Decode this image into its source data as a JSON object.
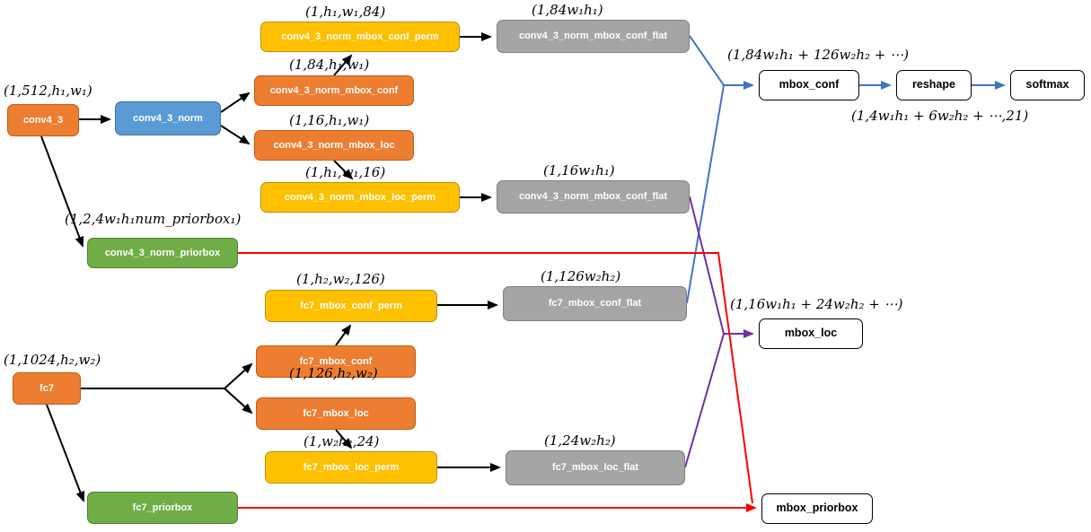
{
  "colors": {
    "node_orange": "#ED7D31",
    "node_blue": "#5B9BD5",
    "node_yellow": "#FFC000",
    "node_gray": "#A5A5A5",
    "node_green": "#70AD47",
    "line_black": "#000000",
    "line_blue": "#4472C4",
    "line_purple": "#7030A0",
    "line_red": "#FF0000"
  },
  "nodes": {
    "conv4_3": {
      "label": "conv4_3",
      "dim": "(1,512,h₁,w₁)"
    },
    "conv4_3_norm": {
      "label": "conv4_3_norm"
    },
    "conv4_3_norm_mbox_conf_perm": {
      "label": "conv4_3_norm_mbox_conf_perm",
      "dim": "(1,h₁,w₁,84)"
    },
    "conv4_3_norm_mbox_conf_flat": {
      "label": "conv4_3_norm_mbox_conf_flat",
      "dim": "(1,84w₁h₁)"
    },
    "conv4_3_norm_mbox_conf": {
      "label": "conv4_3_norm_mbox_conf",
      "dim": "(1,84,h₁,w₁)"
    },
    "conv4_3_norm_mbox_loc": {
      "label": "conv4_3_norm_mbox_loc",
      "dim": "(1,16,h₁,w₁)"
    },
    "conv4_3_norm_mbox_loc_perm": {
      "label": "conv4_3_norm_mbox_loc_perm",
      "dim": "(1,h₁,w₁,16)"
    },
    "conv4_3_norm_mbox_loc_flat": {
      "label": "conv4_3_norm_mbox_conf_flat",
      "dim": "(1,16w₁h₁)"
    },
    "conv4_3_norm_priorbox": {
      "label": "conv4_3_norm_priorbox",
      "dim": "(1,2,4w₁h₁num_priorbox₁)"
    },
    "fc7": {
      "label": "fc7",
      "dim": "(1,1024,h₂,w₂)"
    },
    "fc7_mbox_conf": {
      "label": "fc7_mbox_conf"
    },
    "fc7_mbox_conf_perm": {
      "label": "fc7_mbox_conf_perm",
      "dim": "(1,h₂,w₂,126)"
    },
    "fc7_mbox_conf_flat": {
      "label": "fc7_mbox_conf_flat",
      "dim": "(1,126w₂h₂)"
    },
    "fc7_mbox_loc": {
      "label": "fc7_mbox_loc",
      "dim": "(1,126,h₂,w₂)"
    },
    "fc7_mbox_loc_perm": {
      "label": "fc7_mbox_loc_perm",
      "dim": "(1,w₂h₂,24)"
    },
    "fc7_mbox_loc_flat": {
      "label": "fc7_mbox_loc_flat",
      "dim": "(1,24w₂h₂)"
    },
    "fc7_priorbox": {
      "label": "fc7_priorbox"
    },
    "mbox_conf": {
      "label": "mbox_conf",
      "dim": "(1,84w₁h₁ + 126w₂h₂ + ⋯)"
    },
    "reshape": {
      "label": "reshape",
      "dim_below": "(1,4w₁h₁ + 6w₂h₂ + ⋯,21)"
    },
    "softmax": {
      "label": "softmax"
    },
    "mbox_loc": {
      "label": "mbox_loc",
      "dim": "(1,16w₁h₁ + 24w₂h₂ + ⋯)"
    },
    "mbox_priorbox": {
      "label": "mbox_priorbox"
    }
  }
}
